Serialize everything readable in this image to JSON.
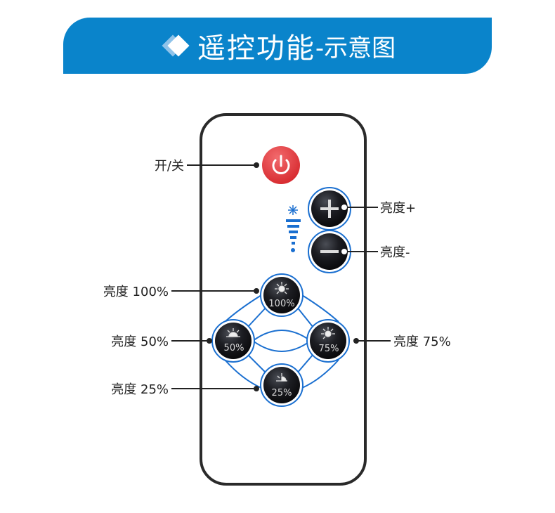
{
  "header": {
    "title": "遥控功能",
    "subtitle": "-示意图"
  },
  "labels": {
    "power": "开/关",
    "bright_up": "亮度+",
    "bright_down": "亮度-",
    "b100": "亮度 100%",
    "b50": "亮度 50%",
    "b75": "亮度 75%",
    "b25": "亮度 25%"
  },
  "buttons": {
    "b100": "100%",
    "b50": "50%",
    "b75": "75%",
    "b25": "25%"
  },
  "colors": {
    "banner": "#0a84cb",
    "accent": "#1a6fd0",
    "power": "#e0373b"
  }
}
